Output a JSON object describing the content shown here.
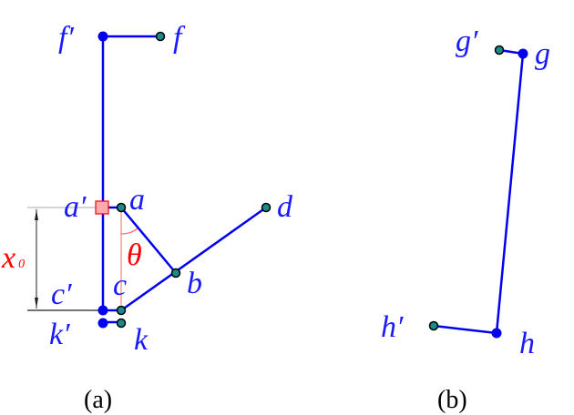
{
  "labels": {
    "f_prime": "f′",
    "f": "f",
    "a_prime": "a′",
    "a": "a",
    "d": "d",
    "theta": "θ",
    "b": "b",
    "c": "c",
    "c_prime": "c′",
    "k_prime": "k′",
    "k": "k",
    "x0": "x",
    "x0_sub": "0",
    "g_prime": "g′",
    "g": "g",
    "h_prime": "h′",
    "h": "h"
  },
  "captions": {
    "a": "(a)",
    "b": "(b)"
  },
  "colors": {
    "line": "#0000ee",
    "label": "#1a1aff",
    "annotation": "#ff0000",
    "point": "#1a8a8a"
  }
}
